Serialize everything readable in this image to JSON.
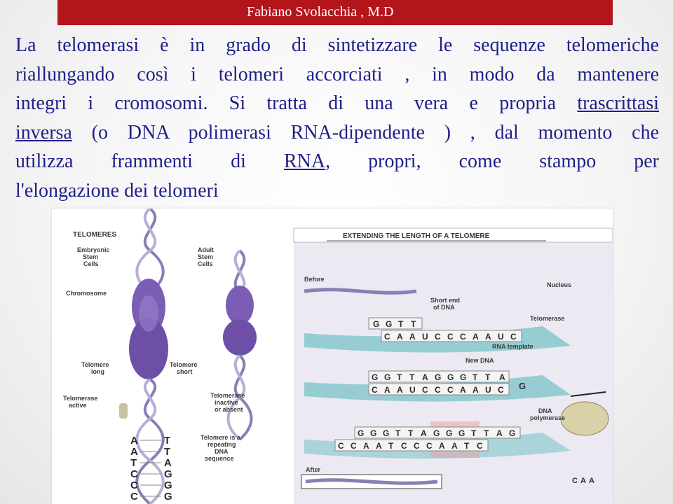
{
  "header": {
    "author": "Fabiano Svolacchia , M.D"
  },
  "content": {
    "line1": "La telomerasi è in grado di sintetizzare le sequenze telomeriche",
    "line2": "riallungando così i telomeri accorciati , in modo da mantenere",
    "line3_text": "integri i cromosomi. Si tratta di una vera e propria",
    "line3_link": "trascrittasi",
    "line4_link": "inversa",
    "line4_text": " (o DNA polimerasi RNA-dipendente ) , dal momento che",
    "line5_a": "utilizza frammenti di",
    "line5_link": "RNA",
    "line5_b": ", propri, come stampo per",
    "line6": "l'elongazione dei telomeri"
  },
  "figure": {
    "left": {
      "title": "TELOMERES",
      "embryonic_1": "Embryonic",
      "embryonic_2": "Stem",
      "embryonic_3": "Cells",
      "adult_1": "Adult",
      "adult_2": "Stem",
      "adult_3": "Cells",
      "chromosome": "Chromosome",
      "telomere_long_1": "Telomere",
      "telomere_long_2": "long",
      "telomere_short_1": "Telomere",
      "telomere_short_2": "short",
      "telomerase_active_1": "Telomerase",
      "telomerase_active_2": "active",
      "telomerase_inactive_1": "Telomerase",
      "telomerase_inactive_2": "inactive",
      "telomerase_inactive_3": "or absent",
      "repeating_1": "Telomere is a",
      "repeating_2": "repeating",
      "repeating_3": "DNA",
      "repeating_4": "sequence",
      "seq_left": [
        "A",
        "A",
        "T",
        "C",
        "C",
        "C"
      ],
      "seq_right": [
        "T",
        "T",
        "A",
        "G",
        "G",
        "G"
      ]
    },
    "right": {
      "title": "EXTENDING THE LENGTH OF A TELOMERE",
      "before": "Before",
      "nucleus": "Nucleus",
      "short_end_1": "Short end",
      "short_end_2": "of DNA",
      "telomerase": "Telomerase",
      "rna_template": "RNA template",
      "new_dna": "New DNA",
      "dna_polymerase_1": "DNA",
      "dna_polymerase_2": "polymerase",
      "after": "After",
      "row1_top": [
        "G",
        "G",
        "T",
        "T"
      ],
      "row1_bottom": [
        "C",
        "A",
        "A",
        "U",
        "C",
        "C",
        "C",
        "A",
        "A",
        "U",
        "C"
      ],
      "row2_top": [
        "G",
        "G",
        "T",
        "T",
        "A",
        "G",
        "G",
        "G",
        "T",
        "T",
        "A"
      ],
      "row2_bottom": [
        "C",
        "A",
        "A",
        "U",
        "C",
        "C",
        "C",
        "A",
        "A",
        "U",
        "C"
      ],
      "row2_extra": "G",
      "row3_top": [
        "G",
        "G",
        "G",
        "T",
        "T",
        "A",
        "G",
        "G",
        "G",
        "T",
        "T",
        "A",
        "G"
      ],
      "row3_bottom": [
        "C",
        "C",
        "A",
        "A",
        "T",
        "C",
        "C",
        "C",
        "A",
        "A",
        "T",
        "C"
      ],
      "after_seq": [
        "C",
        "A",
        "A"
      ]
    }
  }
}
